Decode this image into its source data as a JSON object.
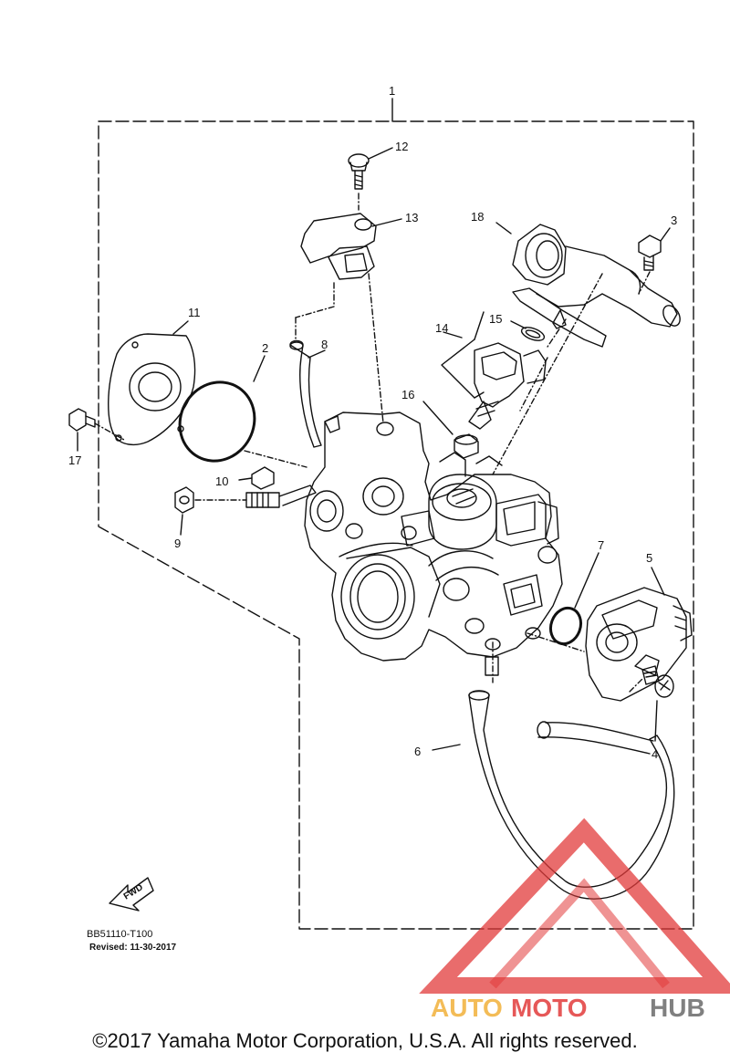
{
  "callouts": {
    "c1": "1",
    "c2": "2",
    "c3": "3",
    "c4": "4",
    "c5": "5",
    "c6": "6",
    "c7": "7",
    "c8": "8",
    "c9": "9",
    "c10": "10",
    "c11": "11",
    "c12": "12",
    "c13": "13",
    "c14": "14",
    "c15": "15",
    "c16": "16",
    "c17": "17",
    "c18": "18"
  },
  "fwd_label": "FWD",
  "drawing_code": "BB51110-T100",
  "revised": "Revised: 11-30-2017",
  "watermark": {
    "auto": "AUTO",
    "moto": "MOTO",
    "hub": "HUB"
  },
  "copyright": "©2017 Yamaha Motor Corporation, U.S.A. All rights reserved.",
  "colors": {
    "line": "#111111",
    "watermark_red": "#e23b3b",
    "watermark_orange": "#f2b13a",
    "watermark_gray": "#6b6b6b"
  }
}
